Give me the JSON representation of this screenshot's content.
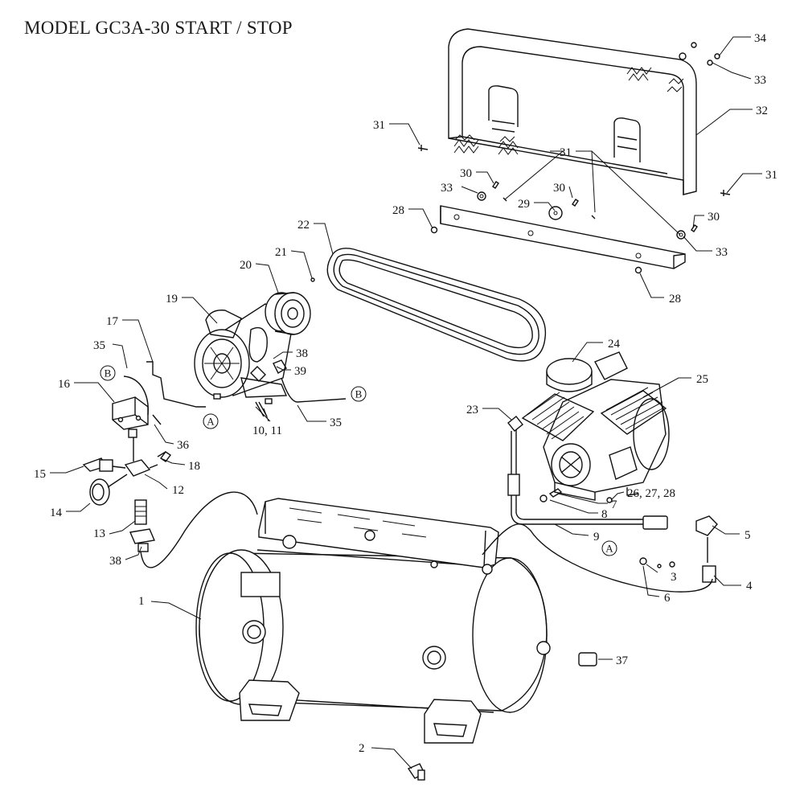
{
  "title": "MODEL GC3A-30 START / STOP",
  "callouts": {
    "c1": "1",
    "c2": "2",
    "c3": "3",
    "c4": "4",
    "c5": "5",
    "c6": "6",
    "c7": "7",
    "c8": "8",
    "c9": "9",
    "c10_11": "10, 11",
    "c12": "12",
    "c13": "13",
    "c14": "14",
    "c15": "15",
    "c16": "16",
    "c17": "17",
    "c18": "18",
    "c19": "19",
    "c20": "20",
    "c21": "21",
    "c22": "22",
    "c23": "23",
    "c24": "24",
    "c25": "25",
    "c26_27_28": "26, 27, 28",
    "c28a": "28",
    "c28b": "28",
    "c29": "29",
    "c30a": "30",
    "c30b": "30",
    "c30c": "30",
    "c31a": "31",
    "c31b": "31",
    "c31c": "31",
    "c32": "32",
    "c33a": "33",
    "c33b": "33",
    "c33c": "33",
    "c34": "34",
    "c35a": "35",
    "c35b": "35",
    "c36": "36",
    "c37": "37",
    "c38a": "38",
    "c38b": "38",
    "c39": "39"
  },
  "connectors": {
    "a1": "A",
    "a2": "A",
    "b1": "B",
    "b2": "B"
  }
}
